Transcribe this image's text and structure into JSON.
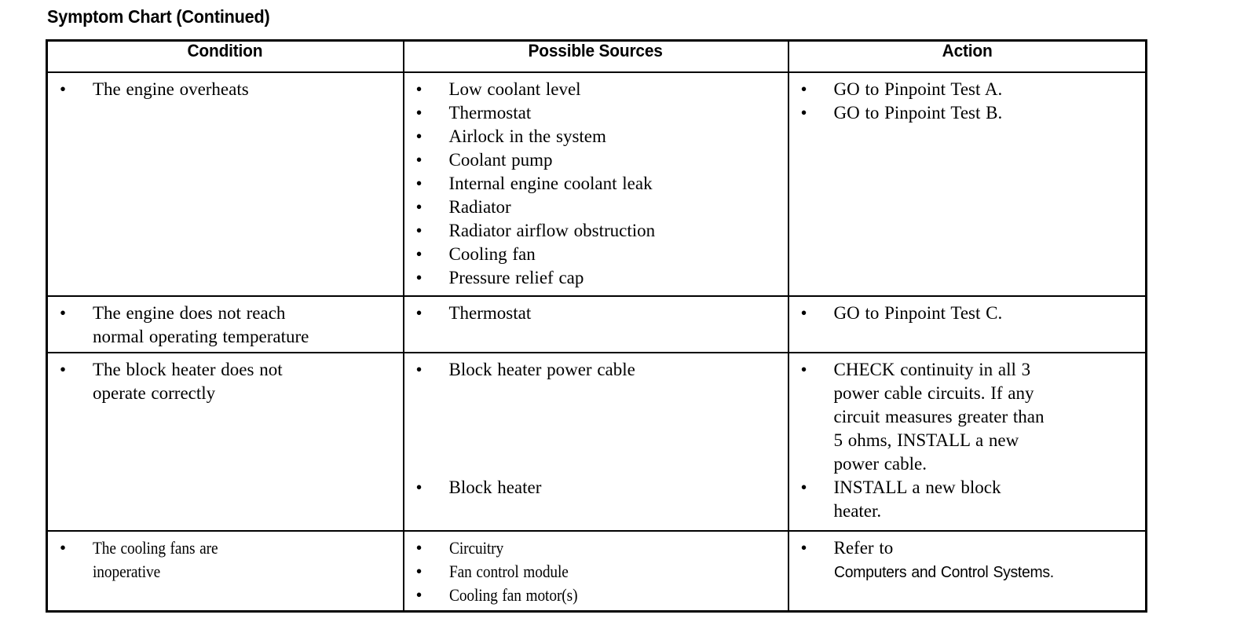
{
  "page": {
    "title": "Symptom Chart (Continued)"
  },
  "table": {
    "headers": [
      "Condition",
      "Possible Sources",
      "Action"
    ],
    "rows": [
      {
        "condition": [
          {
            "lines": [
              "The engine overheats"
            ]
          }
        ],
        "sources": [
          {
            "lines": [
              "Low coolant level"
            ]
          },
          {
            "lines": [
              "Thermostat"
            ]
          },
          {
            "lines": [
              "Airlock in the system"
            ]
          },
          {
            "lines": [
              "Coolant pump"
            ]
          },
          {
            "lines": [
              "Internal engine coolant leak"
            ]
          },
          {
            "lines": [
              "Radiator"
            ]
          },
          {
            "lines": [
              "Radiator airflow obstruction"
            ]
          },
          {
            "lines": [
              "Cooling fan"
            ]
          },
          {
            "lines": [
              "Pressure relief cap"
            ]
          }
        ],
        "action": [
          {
            "lines": [
              "GO to Pinpoint Test A."
            ]
          },
          {
            "lines": [
              "GO to Pinpoint Test B."
            ]
          }
        ]
      },
      {
        "condition": [
          {
            "lines": [
              "The engine does not reach",
              "normal operating temperature"
            ]
          }
        ],
        "sources": [
          {
            "lines": [
              "Thermostat"
            ]
          }
        ],
        "action": [
          {
            "lines": [
              "GO to Pinpoint Test C."
            ]
          }
        ]
      },
      {
        "condition": [
          {
            "lines": [
              "The block heater does not",
              "operate correctly"
            ]
          }
        ],
        "sources": [
          {
            "lines": [
              "Block heater power cable"
            ]
          },
          {
            "lines": [
              "Block heater"
            ]
          }
        ],
        "action": [
          {
            "lines": [
              "CHECK continuity in all 3",
              "power cable circuits. If any",
              "circuit measures greater than",
              "5 ohms, INSTALL a new",
              "power cable."
            ]
          },
          {
            "lines": [
              "INSTALL a new block",
              "heater."
            ]
          }
        ]
      },
      {
        "condition": [
          {
            "lines": [
              "The cooling fans are",
              "inoperative"
            ]
          }
        ],
        "sources": [
          {
            "lines": [
              "Circuitry"
            ]
          },
          {
            "lines": [
              "Fan control module"
            ]
          },
          {
            "lines": [
              "Cooling fan motor(s)"
            ]
          }
        ],
        "action": [
          {
            "lines": [
              "Refer to"
            ],
            "xref": "Computers and Control Systems."
          }
        ]
      }
    ]
  },
  "glyphs": {
    "bullet": "•"
  },
  "colors": {
    "text": "#000000",
    "border": "#000000",
    "background": "#ffffff"
  }
}
